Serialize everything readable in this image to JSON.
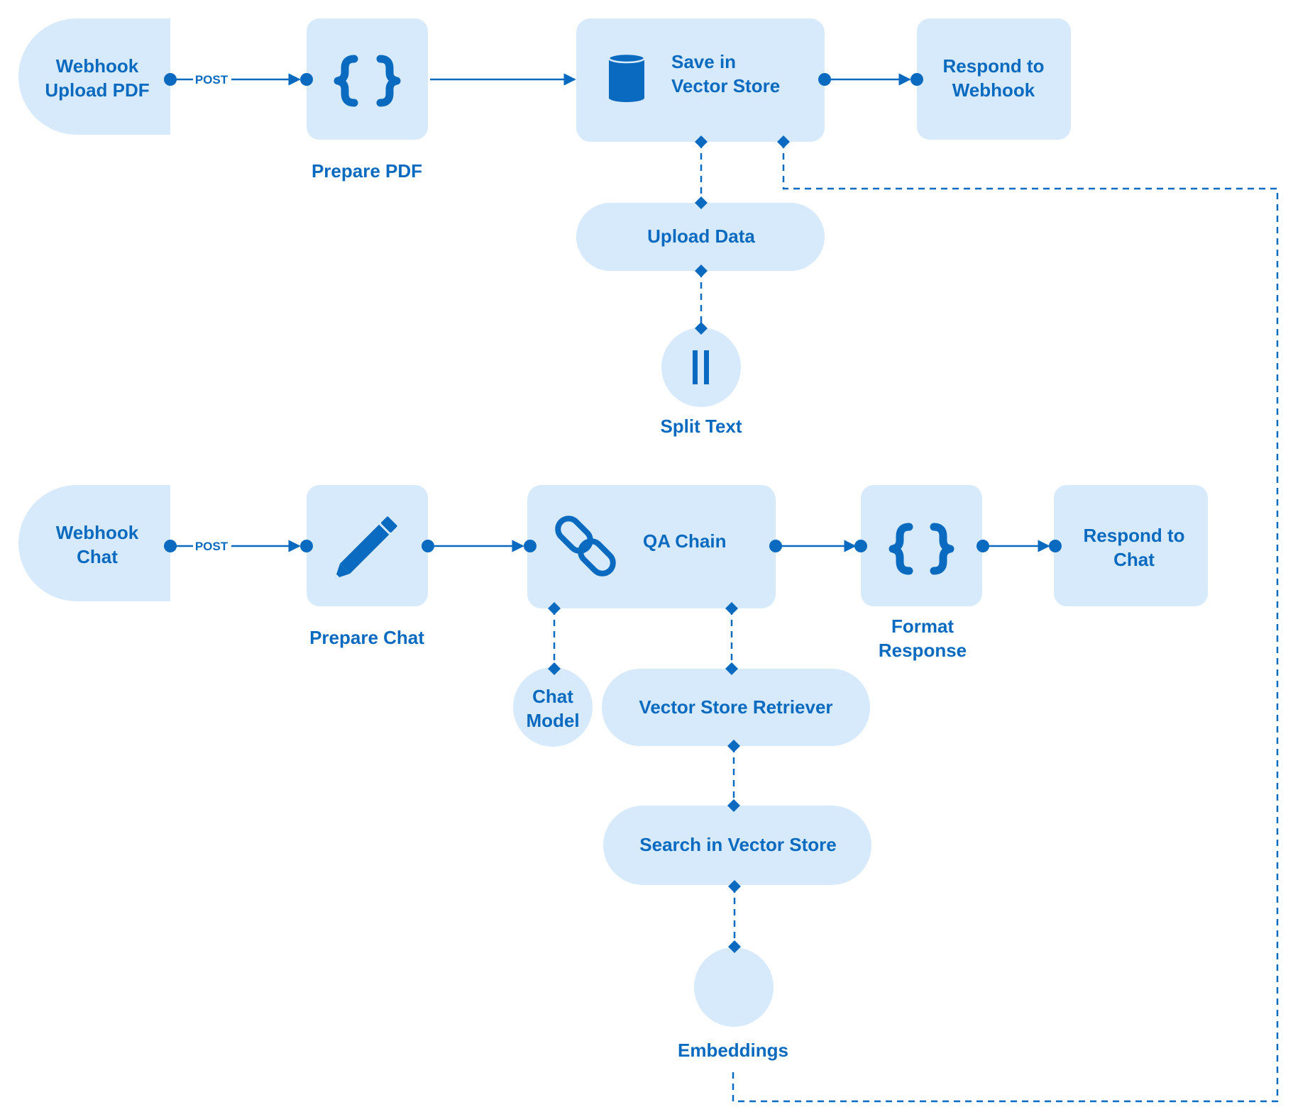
{
  "nodes": {
    "webhook_upload": {
      "line1": "Webhook",
      "line2": "Upload PDF"
    },
    "prepare_pdf": {
      "label": "Prepare PDF"
    },
    "save_vector": {
      "line1": "Save in",
      "line2": "Vector Store"
    },
    "respond_webhook": {
      "line1": "Respond to",
      "line2": "Webhook"
    },
    "upload_data": {
      "label": "Upload Data"
    },
    "split_text": {
      "label": "Split Text"
    },
    "webhook_chat": {
      "line1": "Webhook",
      "line2": "Chat"
    },
    "prepare_chat": {
      "label": "Prepare Chat"
    },
    "qa_chain": {
      "label": "QA Chain"
    },
    "format_response": {
      "line1": "Format",
      "line2": "Response"
    },
    "respond_chat": {
      "line1": "Respond to",
      "line2": "Chat"
    },
    "chat_model": {
      "line1": "Chat",
      "line2": "Model"
    },
    "vs_retriever": {
      "label": "Vector Store Retriever"
    },
    "search_vs": {
      "label": "Search in Vector Store"
    },
    "embeddings": {
      "label": "Embeddings"
    }
  },
  "edges": {
    "post_top": "POST",
    "post_bottom": "POST"
  },
  "colors": {
    "accent": "#0a6abf",
    "node_fill": "#d6eafb"
  },
  "icons": {
    "prepare_pdf": "braces-icon",
    "save_vector": "database-icon",
    "split_text": "pause-bars-icon",
    "prepare_chat": "pencil-icon",
    "qa_chain": "chain-link-icon",
    "format_response": "braces-icon"
  }
}
